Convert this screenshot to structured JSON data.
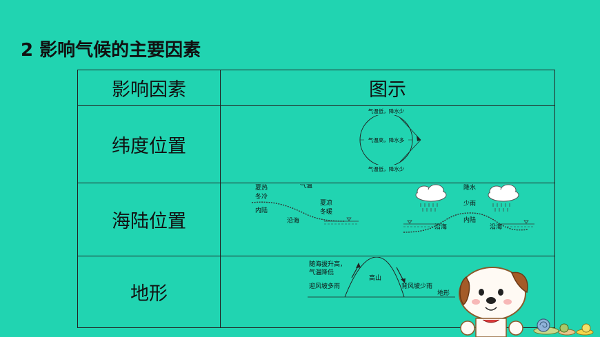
{
  "title": "2 影响气候的主要因素",
  "table": {
    "headers": [
      "影响因素",
      "图示"
    ],
    "rows": [
      {
        "factor": "纬度位置"
      },
      {
        "factor": "海陆位置"
      },
      {
        "factor": "地形"
      }
    ]
  },
  "latitude_diagram": {
    "top": "气温低，降水少",
    "middle": "气温高，降水多",
    "bottom": "气温低，降水少"
  },
  "land_sea_diagram": {
    "temp_label": "气温",
    "summer_hot": "夏热",
    "winter_cold": "冬冷",
    "inland_left": "内陆",
    "summer_cool": "夏凉",
    "winter_warm": "冬暖",
    "coast_left": "沿海",
    "precip_label": "降水",
    "less": "少雨",
    "coast_mid": "沿海",
    "inland_right": "内陆",
    "coast_right": "沿海"
  },
  "terrain_diagram": {
    "rise_line1": "随海拔升高，",
    "rise_line2": "气温降低",
    "mountain": "高山",
    "windward": "迎风坡多雨",
    "leeward": "背风坡少雨",
    "terrain": "地形"
  }
}
